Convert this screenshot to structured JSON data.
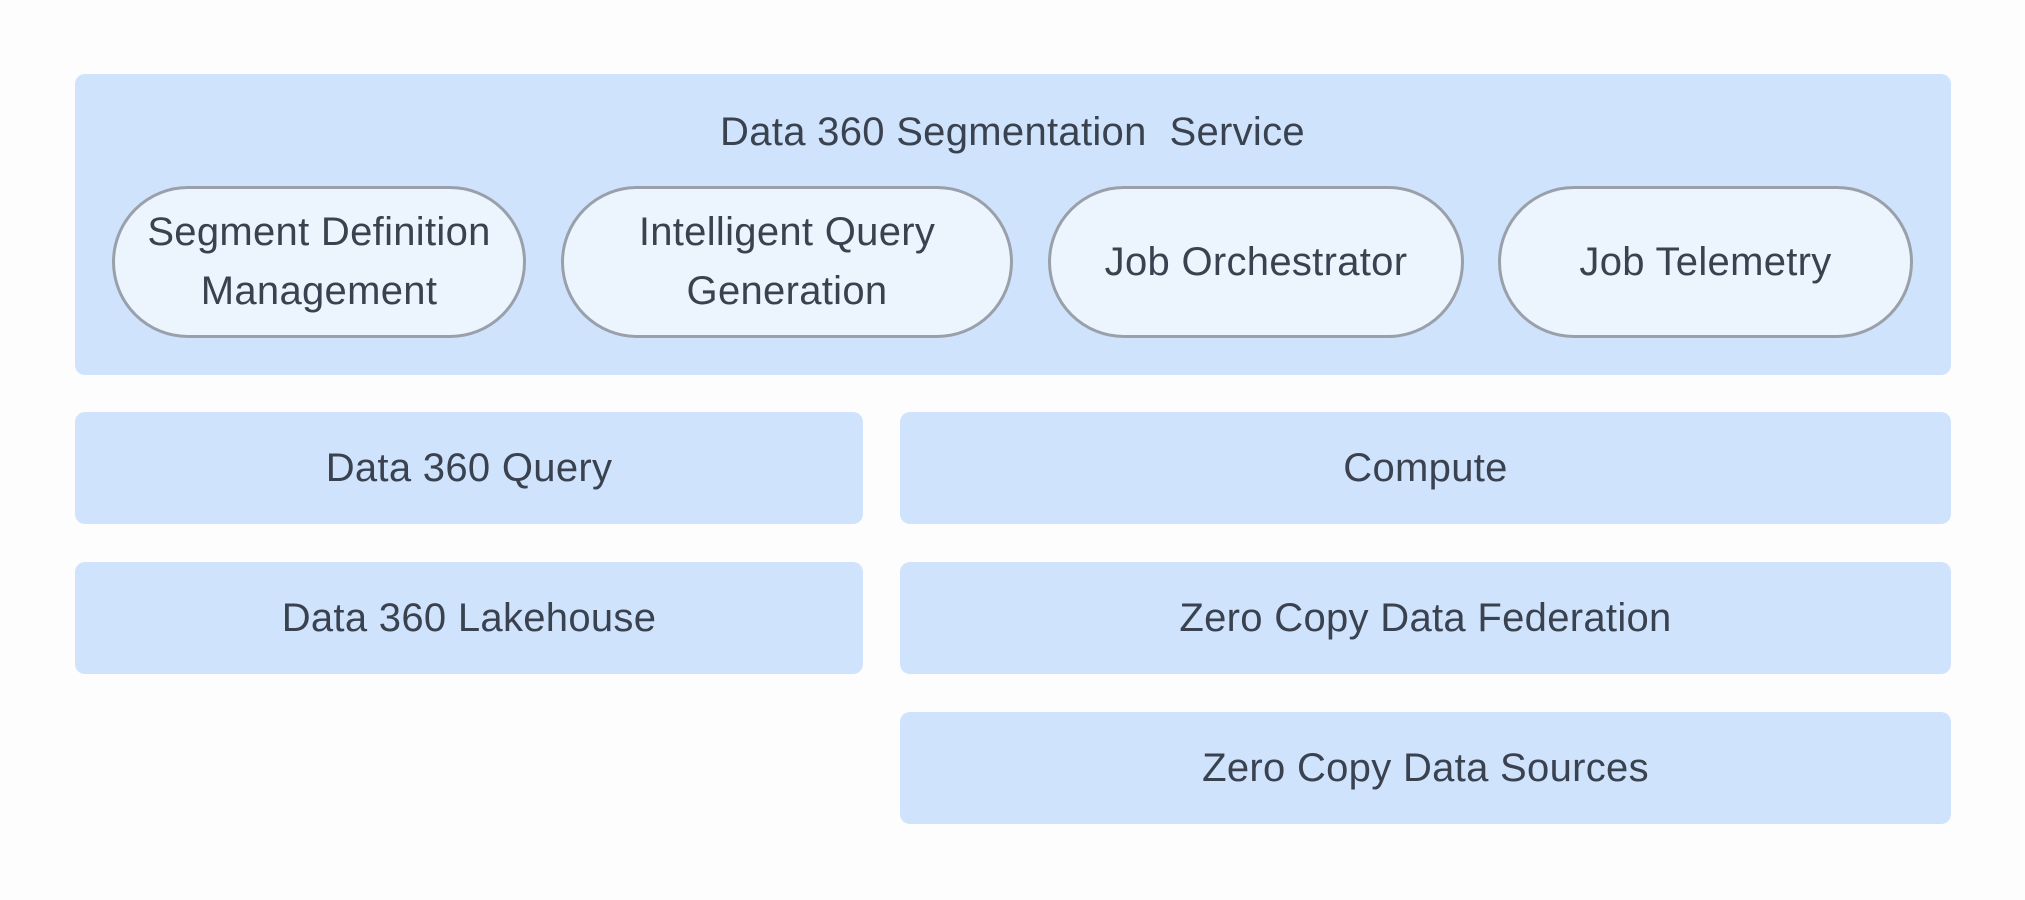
{
  "colors": {
    "panel_fill": "#cfe3fc",
    "pill_fill": "#ecf4fe",
    "pill_border": "#9aa0aa",
    "text": "#3a4250",
    "background": "#fdfdfe"
  },
  "segmentation_service": {
    "title": "Data 360 Segmentation  Service",
    "components": [
      {
        "label": "Segment Definition\nManagement"
      },
      {
        "label": "Intelligent Query\nGeneration"
      },
      {
        "label": "Job Orchestrator"
      },
      {
        "label": "Job Telemetry"
      }
    ]
  },
  "left_column": {
    "query": "Data 360 Query",
    "lakehouse": "Data 360 Lakehouse"
  },
  "right_column": {
    "compute": "Compute",
    "federation": "Zero Copy Data Federation",
    "sources": "Zero Copy Data Sources"
  }
}
